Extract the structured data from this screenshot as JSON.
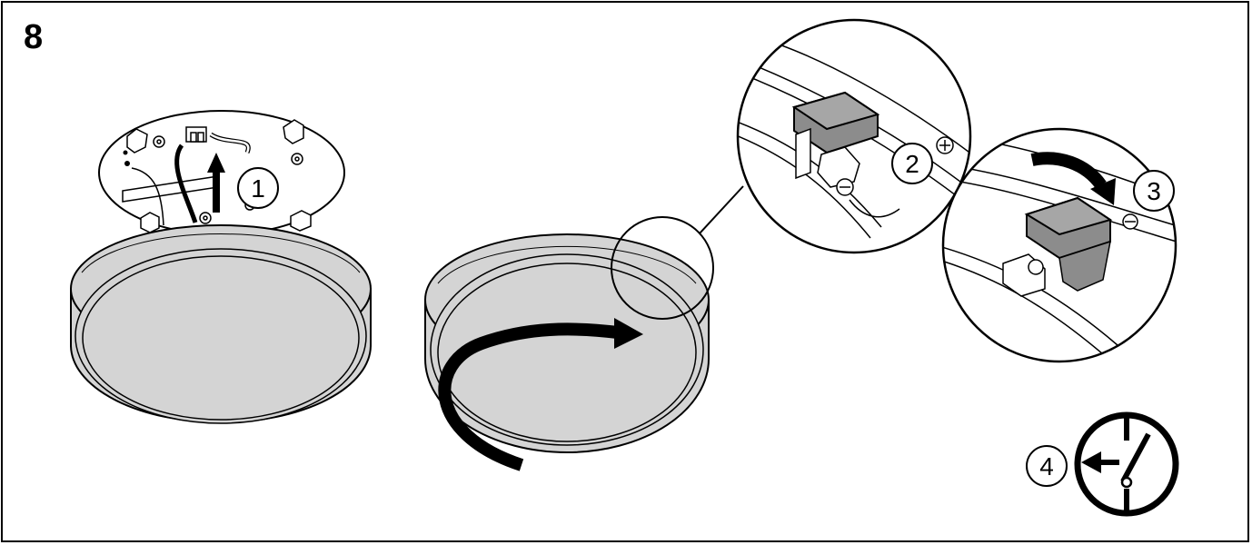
{
  "step": {
    "number": "8"
  },
  "callouts": [
    {
      "id": "1",
      "label": "1",
      "meaning": "lift-baseplate"
    },
    {
      "id": "2",
      "label": "2",
      "meaning": "clip-detail"
    },
    {
      "id": "3",
      "label": "3",
      "meaning": "rotate-to-lock"
    },
    {
      "id": "4",
      "label": "4",
      "meaning": "switch-power-on"
    }
  ],
  "colors": {
    "ink": "#000000",
    "shade_fill": "#d4d4d4",
    "clip_fill": "#8c8c8c",
    "clip_top": "#a6a6a6",
    "paper": "#ffffff"
  },
  "icons": [
    "arrow-up-icon",
    "rotate-arrow-icon",
    "curved-arrow-icon",
    "switch-on-icon"
  ]
}
